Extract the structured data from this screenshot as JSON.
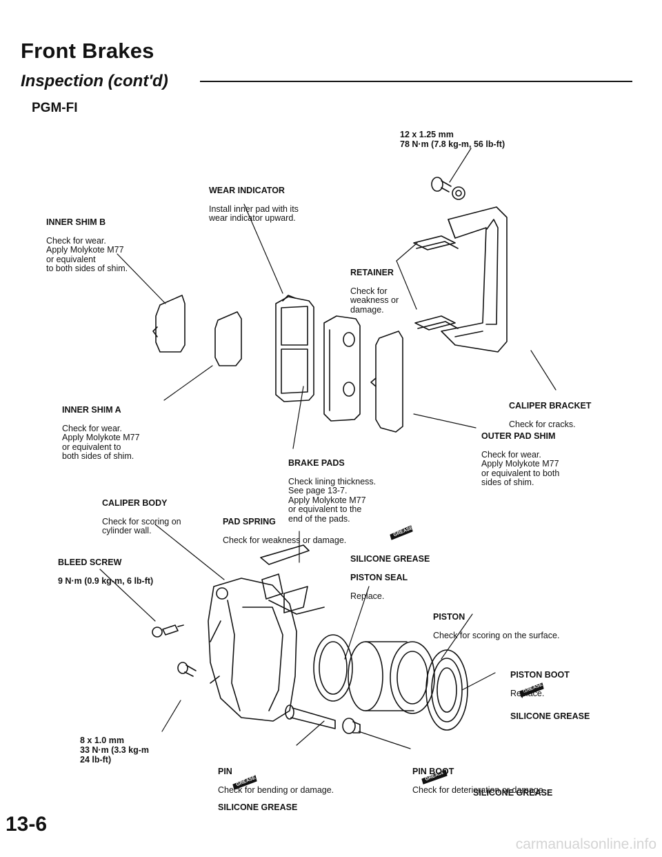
{
  "header": {
    "title": "Front Brakes",
    "subtitle": "Inspection (cont'd)",
    "section": "PGM-FI"
  },
  "labels": {
    "bracket_bolt": "12 x 1.25 mm\n78 N·m (7.8 kg-m, 56 lb-ft)",
    "wear_indicator": {
      "name": "WEAR INDICATOR",
      "desc": "Install inner pad with its\nwear indicator upward."
    },
    "inner_shim_b": {
      "name": "INNER SHIM B",
      "desc": "Check for wear.\nApply Molykote M77\nor equivalent\nto both sides of shim."
    },
    "retainer": {
      "name": "RETAINER",
      "desc": "Check for\nweakness or\ndamage."
    },
    "caliper_bracket": {
      "name": "CALIPER BRACKET",
      "desc": "Check for cracks."
    },
    "inner_shim_a": {
      "name": "INNER SHIM A",
      "desc": "Check for wear.\nApply Molykote M77\nor equivalent to\nboth sides of shim."
    },
    "outer_pad_shim": {
      "name": "OUTER PAD SHIM",
      "desc": "Check for wear.\nApply Molykote M77\nor equivalent to both\nsides of shim."
    },
    "brake_pads": {
      "name": "BRAKE PADS",
      "desc": "Check lining thickness.\nSee page 13-7.\nApply Molykote M77\nor equivalent to the\nend of the pads."
    },
    "caliper_body": {
      "name": "CALIPER BODY",
      "desc": "Check for scoring on\ncylinder wall."
    },
    "pad_spring": {
      "name": "PAD SPRING",
      "desc": "Check for weakness or damage."
    },
    "bleed_screw": {
      "name": "BLEED SCREW",
      "desc": "9 N·m (0.9 kg-m, 6 lb-ft)"
    },
    "piston_seal": {
      "grease": "SILICONE GREASE",
      "name": "PISTON SEAL",
      "desc": "Replace."
    },
    "piston": {
      "name": "PISTON",
      "desc": "Check for scoring on the surface."
    },
    "piston_boot": {
      "name": "PISTON BOOT",
      "desc": "Replace.",
      "grease": "SILICONE GREASE"
    },
    "caliper_bolt": "8 x 1.0 mm\n33 N·m (3.3 kg-m\n24 lb-ft)",
    "pin": {
      "name": "PIN",
      "desc": "Check for bending or damage.",
      "grease": "SILICONE GREASE"
    },
    "pin_boot": {
      "name": "PIN BOOT",
      "desc": "Check for deterioration or damage.",
      "grease": "SILICONE GREASE"
    },
    "grease_tag": "GREASE"
  },
  "footer": {
    "page_number": "13-6",
    "watermark": "carmanualsonline.info"
  }
}
